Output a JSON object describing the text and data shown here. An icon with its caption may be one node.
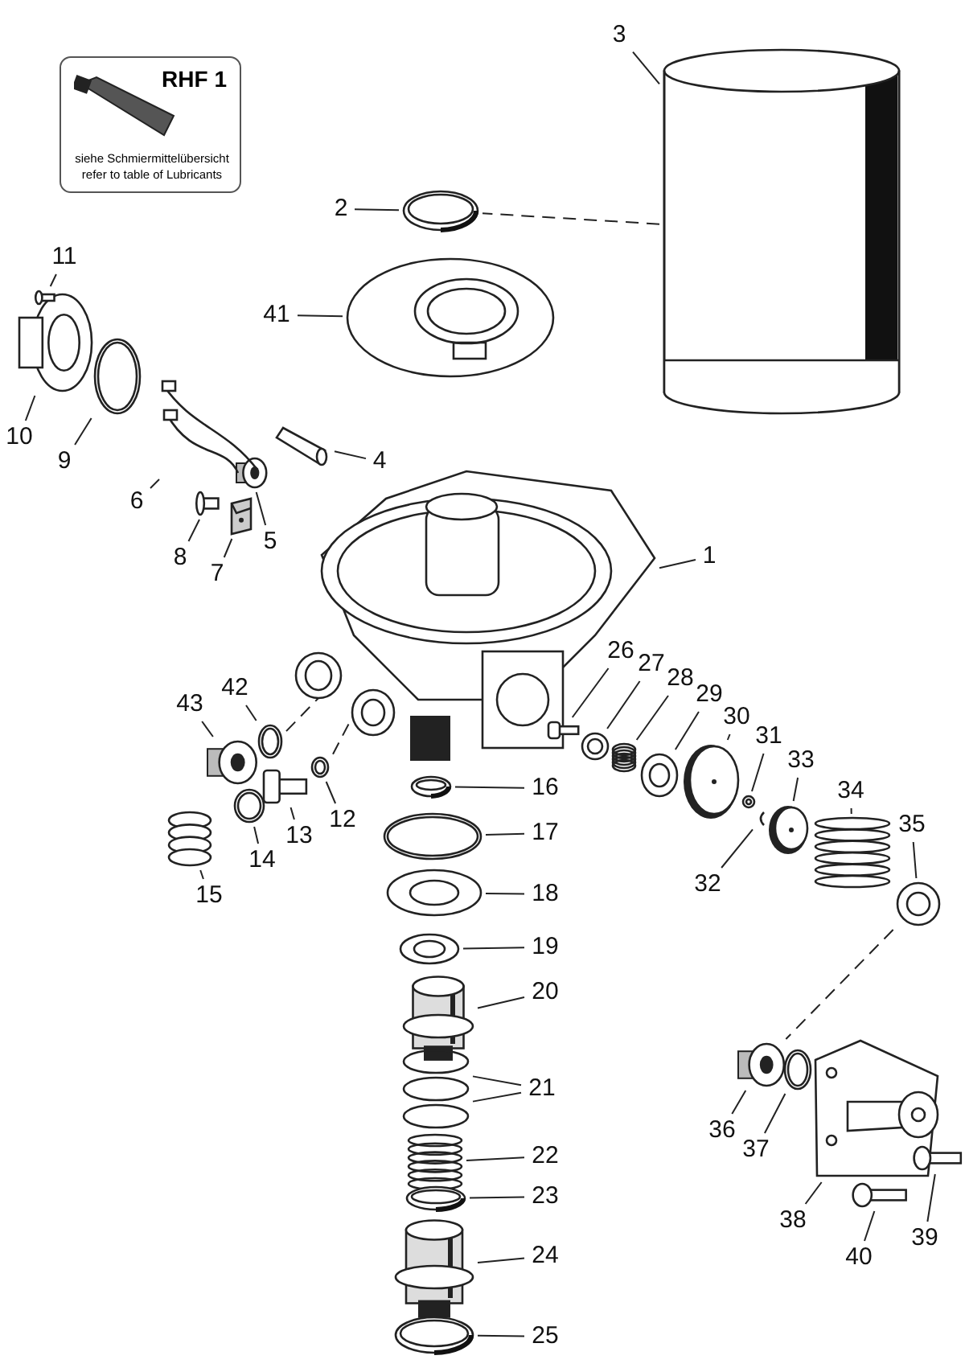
{
  "diagram": {
    "nodes": [
      {
        "text": [
          "RHF 1",
          "siehe Schmiermittelübersicht",
          "refer to table of Lubricants"
        ]
      },
      {
        "text": [
          "1"
        ]
      },
      {
        "text": [],
        "shape": "picture"
      },
      {
        "text": [
          "2"
        ]
      },
      {
        "text": [],
        "shape": "picture"
      },
      {
        "text": [
          "3"
        ]
      },
      {
        "text": [],
        "shape": "picture"
      },
      {
        "text": [
          "4"
        ]
      },
      {
        "text": [],
        "shape": "picture"
      },
      {
        "text": [
          "5"
        ]
      },
      {
        "text": [],
        "shape": "picture"
      },
      {
        "text": [
          "6"
        ]
      },
      {
        "text": [],
        "shape": "picture"
      },
      {
        "text": [
          "7"
        ]
      },
      {
        "text": [],
        "shape": "picture"
      },
      {
        "text": [
          "8"
        ]
      },
      {
        "text": [],
        "shape": "picture"
      },
      {
        "text": [
          "9"
        ]
      },
      {
        "text": [],
        "shape": "picture"
      },
      {
        "text": [
          "10"
        ]
      },
      {
        "text": [],
        "shape": "picture"
      },
      {
        "text": [
          "11"
        ]
      },
      {
        "text": [],
        "shape": "picture"
      },
      {
        "text": [
          "12"
        ]
      },
      {
        "text": [],
        "shape": "picture"
      },
      {
        "text": [
          "13"
        ]
      },
      {
        "text": [],
        "shape": "picture"
      },
      {
        "text": [
          "14"
        ]
      },
      {
        "text": [],
        "shape": "picture"
      },
      {
        "text": [
          "15"
        ]
      },
      {
        "text": [],
        "shape": "picture"
      },
      {
        "text": [
          "16"
        ]
      },
      {
        "text": [],
        "shape": "picture"
      },
      {
        "text": [
          "17"
        ]
      },
      {
        "text": [],
        "shape": "picture"
      },
      {
        "text": [
          "18"
        ]
      },
      {
        "text": [],
        "shape": "picture"
      },
      {
        "text": [
          "19"
        ]
      },
      {
        "text": [],
        "shape": "picture"
      },
      {
        "text": [
          "20"
        ]
      },
      {
        "text": [],
        "shape": "picture"
      },
      {
        "text": [
          "21"
        ]
      },
      {
        "text": [],
        "shape": "picture"
      },
      {
        "text": [
          "22"
        ]
      },
      {
        "text": [],
        "shape": "picture"
      },
      {
        "text": [
          "23"
        ]
      },
      {
        "text": [],
        "shape": "picture"
      },
      {
        "text": [
          "24"
        ]
      },
      {
        "text": [],
        "shape": "picture"
      },
      {
        "text": [
          "25"
        ]
      },
      {
        "text": [],
        "shape": "picture"
      },
      {
        "text": [
          "26"
        ]
      },
      {
        "text": [],
        "shape": "picture"
      },
      {
        "text": [
          "27"
        ]
      },
      {
        "text": [],
        "shape": "picture"
      },
      {
        "text": [
          "28"
        ]
      },
      {
        "text": [],
        "shape": "picture"
      },
      {
        "text": [
          "29"
        ]
      },
      {
        "text": [],
        "shape": "picture"
      },
      {
        "text": [
          "30"
        ]
      },
      {
        "text": [],
        "shape": "picture"
      },
      {
        "text": [
          "31"
        ]
      },
      {
        "text": [],
        "shape": "picture"
      },
      {
        "text": [
          "32"
        ]
      },
      {
        "text": [],
        "shape": "picture"
      },
      {
        "text": [
          "33"
        ]
      },
      {
        "text": [],
        "shape": "picture"
      },
      {
        "text": [
          "34"
        ]
      },
      {
        "text": [],
        "shape": "picture"
      },
      {
        "text": [
          "35"
        ]
      },
      {
        "text": [],
        "shape": "picture"
      },
      {
        "text": [
          "36"
        ]
      },
      {
        "text": [],
        "shape": "picture"
      },
      {
        "text": [
          "37"
        ]
      },
      {
        "text": [],
        "shape": "picture"
      },
      {
        "text": [
          "38"
        ]
      },
      {
        "text": [],
        "shape": "picture"
      },
      {
        "text": [
          "39"
        ]
      },
      {
        "text": [],
        "shape": "picture"
      },
      {
        "text": [
          "40"
        ]
      },
      {
        "text": [],
        "shape": "picture"
      },
      {
        "text": [
          "41"
        ]
      },
      {
        "text": [],
        "shape": "picture"
      },
      {
        "text": [
          "42"
        ]
      },
      {
        "text": [],
        "shape": "picture"
      },
      {
        "text": [
          "43"
        ]
      },
      {
        "text": [],
        "shape": "picture"
      }
    ],
    "edges": [
      {
        "from": 1,
        "to": 2,
        "arrow": "none"
      },
      {
        "from": 3,
        "to": 4,
        "arrow": "none"
      },
      {
        "from": 5,
        "to": 6,
        "arrow": "none"
      },
      {
        "from": 7,
        "to": 8,
        "arrow": "none"
      },
      {
        "from": 9,
        "to": 10,
        "arrow": "none"
      },
      {
        "from": 11,
        "to": 12,
        "arrow": "none"
      },
      {
        "from": 13,
        "to": 14,
        "arrow": "none"
      },
      {
        "from": 15,
        "to": 16,
        "arrow": "none"
      },
      {
        "from": 17,
        "to": 18,
        "arrow": "none"
      },
      {
        "from": 19,
        "to": 20,
        "arrow": "none"
      },
      {
        "from": 21,
        "to": 22,
        "arrow": "none"
      },
      {
        "from": 23,
        "to": 24,
        "arrow": "none"
      },
      {
        "from": 25,
        "to": 26,
        "arrow": "none"
      },
      {
        "from": 27,
        "to": 28,
        "arrow": "none"
      },
      {
        "from": 29,
        "to": 30,
        "arrow": "none"
      },
      {
        "from": 31,
        "to": 32,
        "arrow": "none"
      },
      {
        "from": 33,
        "to": 34,
        "arrow": "none"
      },
      {
        "from": 35,
        "to": 36,
        "arrow": "none"
      },
      {
        "from": 37,
        "to": 38,
        "arrow": "none"
      },
      {
        "from": 39,
        "to": 40,
        "arrow": "none"
      },
      {
        "from": 41,
        "to": 42,
        "arrow": "none"
      },
      {
        "from": 41,
        "to": 42,
        "arrow": "none"
      },
      {
        "from": 43,
        "to": 44,
        "arrow": "none"
      },
      {
        "from": 45,
        "to": 46,
        "arrow": "none"
      },
      {
        "from": 47,
        "to": 48,
        "arrow": "none"
      },
      {
        "from": 49,
        "to": 50,
        "arrow": "none"
      },
      {
        "from": 51,
        "to": 52,
        "arrow": "none"
      },
      {
        "from": 53,
        "to": 54,
        "arrow": "none"
      },
      {
        "from": 55,
        "to": 56,
        "arrow": "none"
      },
      {
        "from": 57,
        "to": 58,
        "arrow": "none"
      },
      {
        "from": 59,
        "to": 60,
        "arrow": "none"
      },
      {
        "from": 61,
        "to": 62,
        "arrow": "none"
      },
      {
        "from": 63,
        "to": 64,
        "arrow": "none"
      },
      {
        "from": 65,
        "to": 66,
        "arrow": "none"
      },
      {
        "from": 67,
        "to": 68,
        "arrow": "none"
      },
      {
        "from": 69,
        "to": 70,
        "arrow": "none"
      },
      {
        "from": 71,
        "to": 72,
        "arrow": "none"
      },
      {
        "from": 73,
        "to": 74,
        "arrow": "none"
      },
      {
        "from": 75,
        "to": 76,
        "arrow": "none"
      },
      {
        "from": 77,
        "to": 78,
        "arrow": "none"
      },
      {
        "from": 79,
        "to": 80,
        "arrow": "none"
      },
      {
        "from": 81,
        "to": 82,
        "arrow": "none"
      },
      {
        "from": 83,
        "to": 84,
        "arrow": "none"
      },
      {
        "from": 85,
        "to": 86,
        "arrow": "none"
      },
      {
        "from": 6,
        "to": 4,
        "arrow": "none",
        "style": "dashed"
      },
      {
        "from": 70,
        "to": 72,
        "arrow": "none",
        "style": "dashed"
      },
      {
        "from": 84,
        "to": 2,
        "arrow": "none",
        "style": "dashed"
      },
      {
        "from": 24,
        "to": 2,
        "arrow": "none",
        "style": "dashed"
      }
    ]
  }
}
